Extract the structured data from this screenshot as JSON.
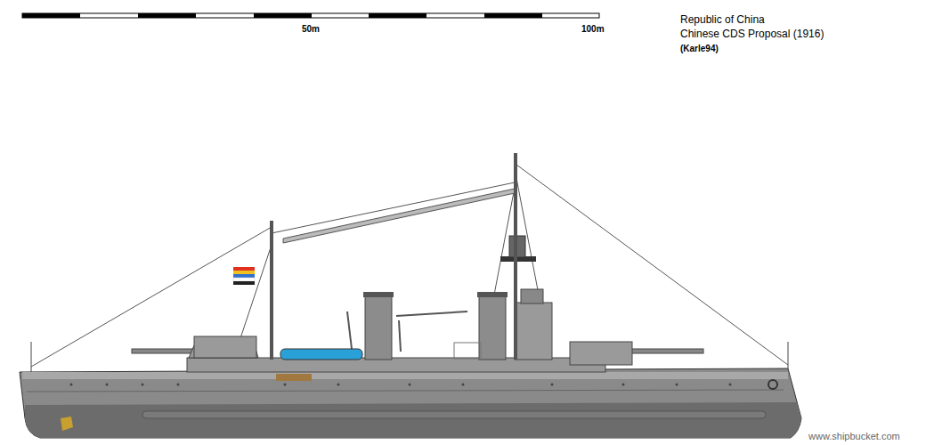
{
  "diagram": {
    "labels": [
      "50m",
      "100m",
      "Republic of China",
      "Chinese CDS Proposal (1916)",
      "(Karle94)",
      "www.shipbucket.com"
    ]
  }
}
